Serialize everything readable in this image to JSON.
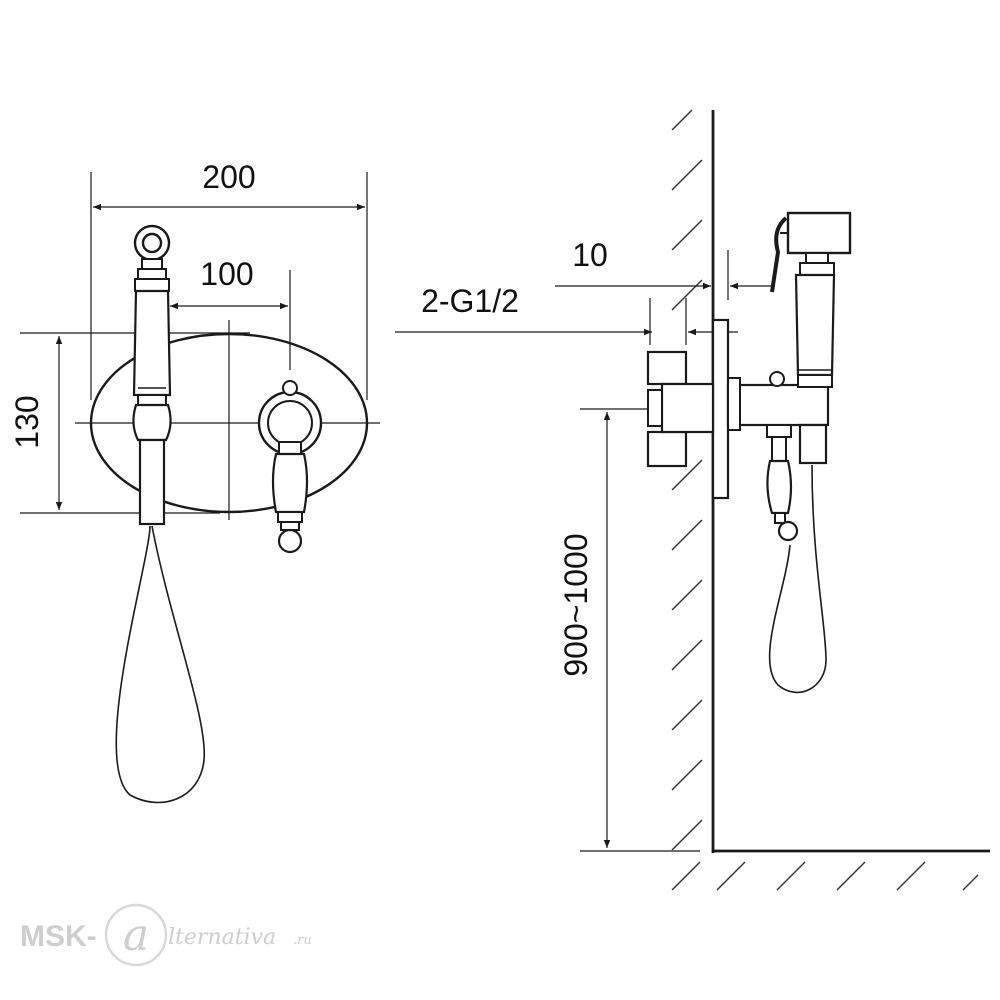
{
  "dimensions": {
    "width_label": "200",
    "half_width_label": "100",
    "height_label": "130",
    "offset_label": "10",
    "thread_label": "2-G1/2",
    "mount_height_label": "900~1000"
  },
  "watermark": {
    "prefix": "MSK-",
    "suffix": "lternativa",
    "domain": ".ru"
  },
  "colors": {
    "line": "#1a1a1a",
    "watermark": "#c9c9c9"
  }
}
